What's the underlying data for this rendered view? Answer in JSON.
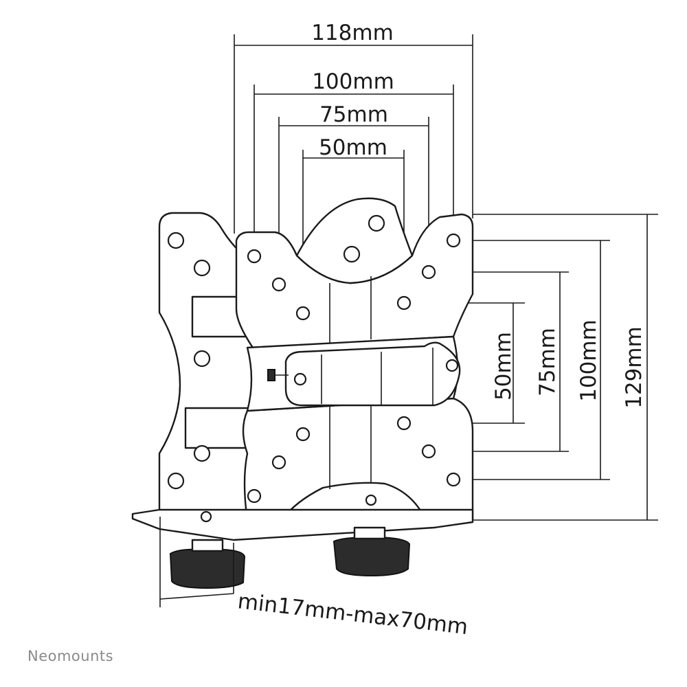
{
  "dimensions": {
    "width_118": "118mm",
    "width_100": "100mm",
    "width_75": "75mm",
    "width_50": "50mm",
    "height_50": "50mm",
    "height_75": "75mm",
    "height_100": "100mm",
    "height_129": "129mm",
    "clamp_range": "min17mm-max70mm"
  },
  "brand": {
    "name": "Neomounts"
  },
  "colors": {
    "line": "#1a1a1a",
    "brand_text": "#8a8a8a",
    "knob": "#2c2c2c"
  }
}
